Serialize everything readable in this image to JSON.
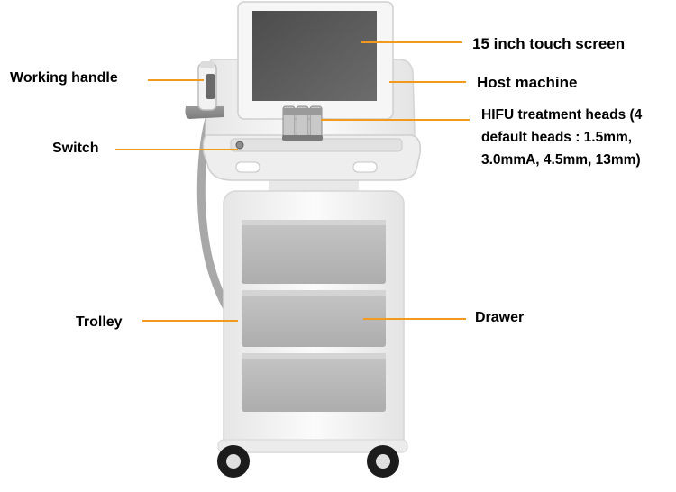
{
  "labels": {
    "touch_screen": "15 inch touch screen",
    "host_machine": "Host machine",
    "hifu_heads": "HIFU treatment heads (4 default heads : 1.5mm, 3.0mmA, 4.5mm, 13mm)",
    "working_handle": "Working handle",
    "switch": "Switch",
    "trolley": "Trolley",
    "drawer": "Drawer"
  },
  "colors": {
    "leader_line": "#f39a1e",
    "machine_body": "#f4f4f4",
    "drawer_panel": "#b4b4b4",
    "screen": "#5c5c5c",
    "cable": "#a8a8a8"
  }
}
